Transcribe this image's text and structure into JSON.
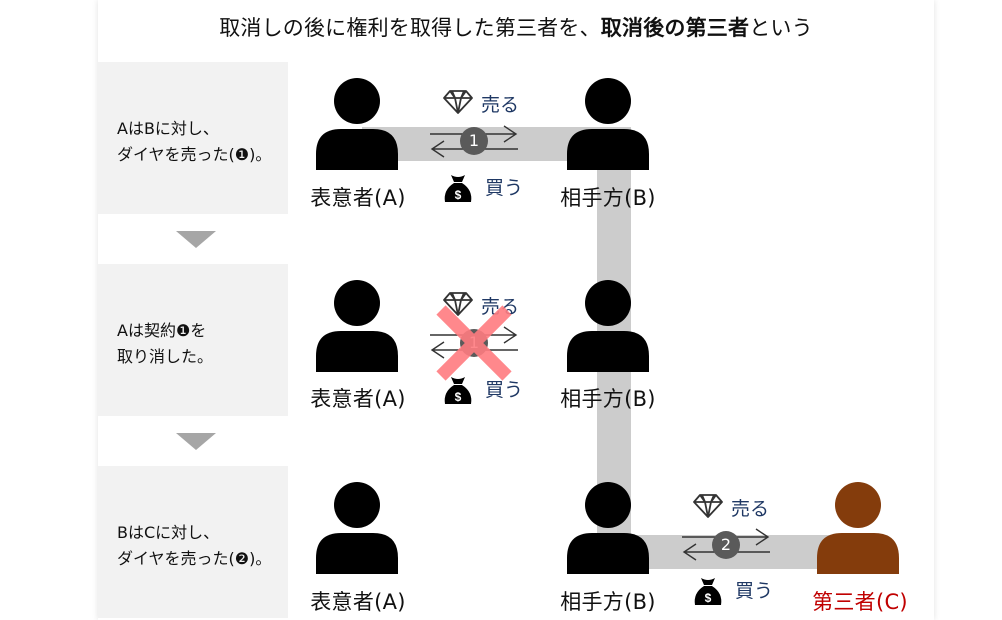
{
  "title": {
    "main": "取消しの後に権利を取得した第三者を、",
    "bold": "取消後の第三者",
    "tail": "という"
  },
  "steps": [
    {
      "line1": "AはBに対し、",
      "line2": "ダイヤを売った(❶)。"
    },
    {
      "line1": "Aは契約❶を",
      "line2": "取り消した。"
    },
    {
      "line1": "BはCに対し、",
      "line2": "ダイヤを売った(❷)。"
    }
  ],
  "parties": {
    "a": "表意者(A)",
    "b": "相手方(B)",
    "c": "第三者(C)"
  },
  "transactions": {
    "sell": "売る",
    "buy": "買う",
    "contract1": "1",
    "contract2": "2"
  },
  "colors": {
    "person": "#000000",
    "third_party": "#843c0c",
    "third_party_text": "#c00000",
    "path": "#cccccc",
    "cross": "#ff7c80",
    "label": "#1f3864",
    "panel": "#f2f2f2"
  },
  "icons": [
    "diamond-icon",
    "money-bag-icon",
    "person-icon",
    "cross-icon",
    "down-triangle-icon"
  ]
}
